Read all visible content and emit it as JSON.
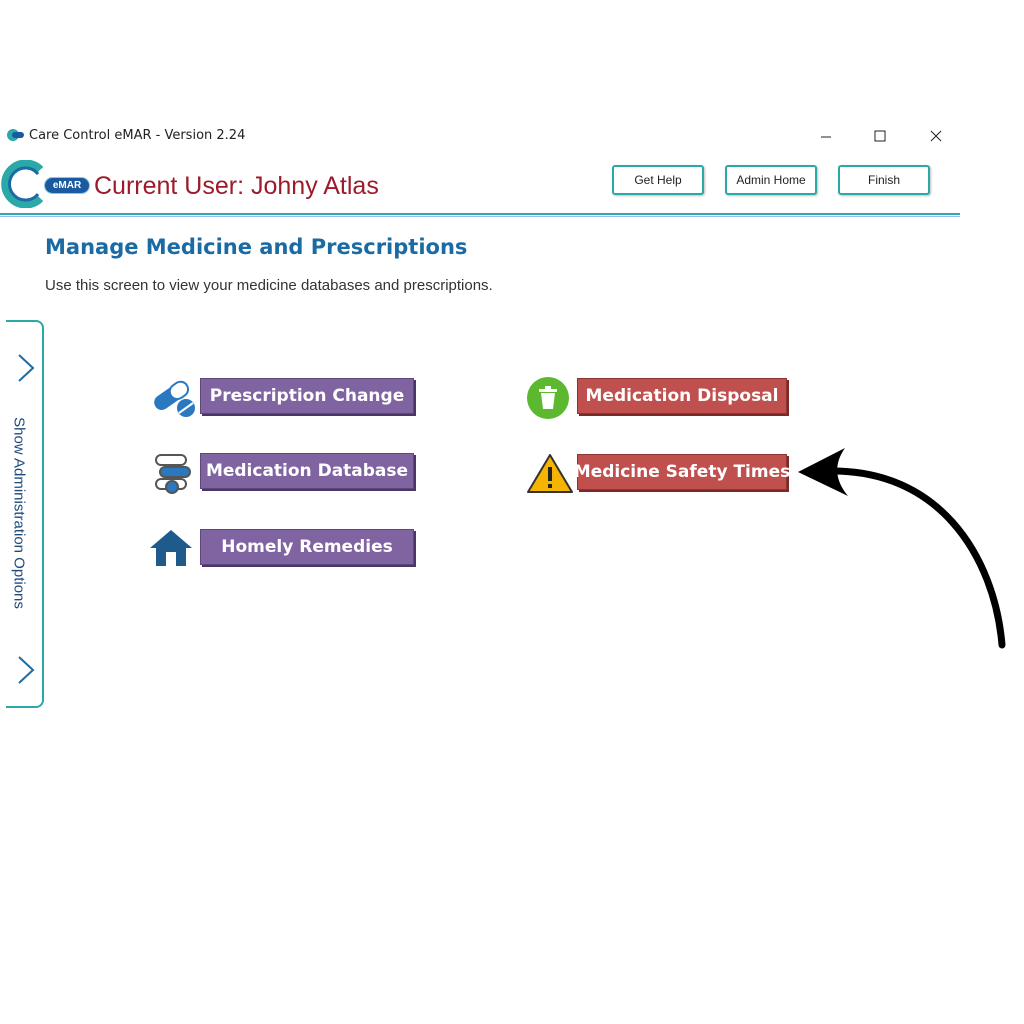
{
  "window": {
    "title": "Care Control eMAR - Version 2.24",
    "controls": [
      "minimize",
      "maximize",
      "close"
    ]
  },
  "header": {
    "logo_badge": "eMAR",
    "current_user": "Current User: Johny Atlas",
    "buttons": {
      "get_help": "Get Help",
      "admin_home": "Admin Home",
      "finish": "Finish"
    }
  },
  "page": {
    "title": "Manage Medicine and Prescriptions",
    "subtitle": "Use this screen to view your medicine databases and prescriptions."
  },
  "sidebar": {
    "label": "Show Administration Options",
    "icon": "chevron-right-icon"
  },
  "actions": [
    {
      "label": "Prescription Change",
      "icon": "pills-icon",
      "color": "#8064a2"
    },
    {
      "label": "Medication Database",
      "icon": "medication-database-icon",
      "color": "#8064a2"
    },
    {
      "label": "Homely Remedies",
      "icon": "house-icon",
      "color": "#8064a2"
    },
    {
      "label": "Medication Disposal",
      "icon": "trash-icon",
      "color": "#c0504d"
    },
    {
      "label": "Medicine Safety Times",
      "icon": "warning-icon",
      "color": "#c0504d"
    }
  ],
  "annotation": {
    "icon": "curved-arrow-icon"
  },
  "colors": {
    "accent": "#2ba8a8",
    "user_text": "#9c1b2b",
    "title_blue": "#1a6aa3",
    "purple": "#8064a2",
    "red": "#c0504d"
  }
}
